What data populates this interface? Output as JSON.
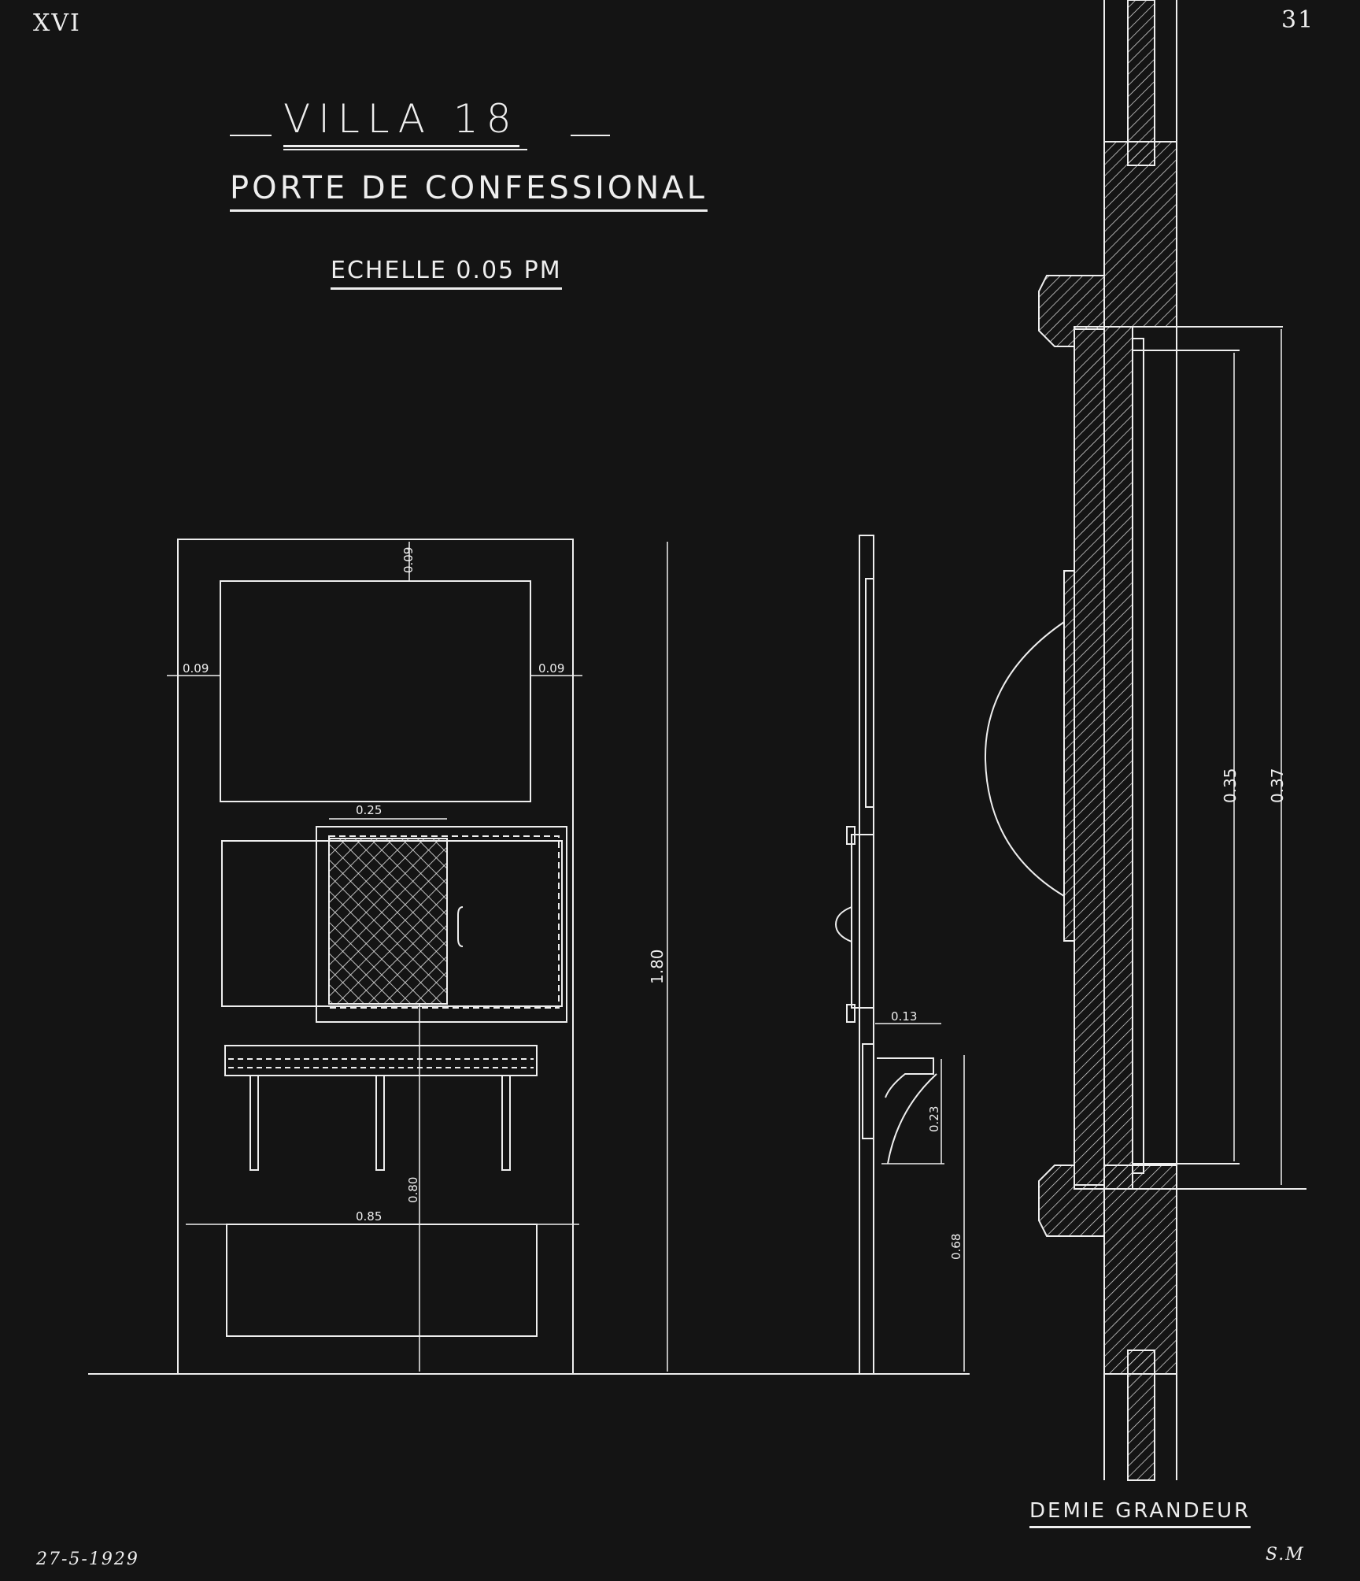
{
  "sheet": {
    "sheet_roman": "XVI",
    "sheet_number": "31",
    "title": "VILLA 18",
    "subtitle": "PORTE DE CONFESSIONAL",
    "scale": "ECHELLE 0.05 PM",
    "detail_caption": "DEMIE GRANDEUR",
    "date": "27-5-1929",
    "initials": "S.M"
  },
  "dimensions": {
    "top_margin": "0.09",
    "left_margin": "0.09",
    "right_margin": "0.09",
    "grille_width": "0.25",
    "total_height": "1.80",
    "shelf_height": "0.80",
    "door_width": "0.85",
    "bracket_depth": "0.13",
    "bracket_height": "0.23",
    "section_height": "0.68",
    "detail_inner": "0.35",
    "detail_outer": "0.37"
  },
  "colors": {
    "paper": "#141414",
    "line": "#eeeeee"
  }
}
